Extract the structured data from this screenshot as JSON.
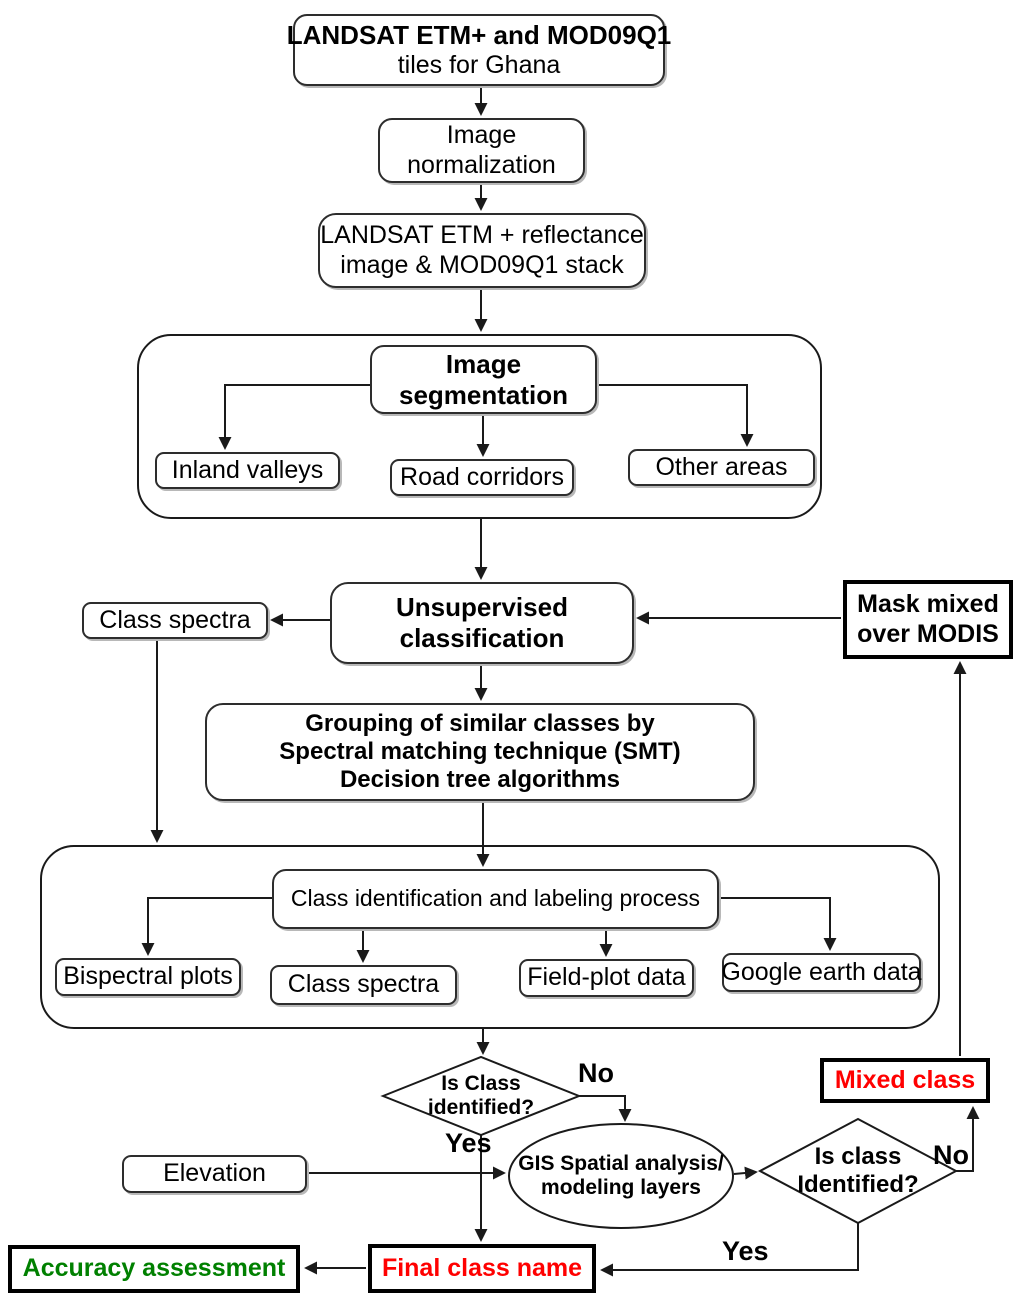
{
  "colors": {
    "line": "#1a1a1a",
    "emphasis_red": "#ff0000",
    "emphasis_green": "#008000",
    "box_fill": "#ffffff"
  },
  "nodes": {
    "source": {
      "line1": "LANDSAT ETM+ and MOD09Q1",
      "line2": "tiles for Ghana"
    },
    "normalization": {
      "line1": "Image",
      "line2": "normalization"
    },
    "stack": {
      "line1": "LANDSAT ETM + reflectance",
      "line2": "image & MOD09Q1 stack"
    },
    "segmentation": {
      "line1": "Image",
      "line2": "segmentation"
    },
    "inland_valleys": {
      "label": "Inland valleys"
    },
    "road_corridors": {
      "label": "Road corridors"
    },
    "other_areas": {
      "label": "Other areas"
    },
    "class_spectra_left": {
      "label": "Class spectra"
    },
    "unsupervised": {
      "line1": "Unsupervised",
      "line2": "classification"
    },
    "mask_mixed": {
      "line1": "Mask mixed",
      "line2": "over MODIS"
    },
    "grouping": {
      "line1": "Grouping of similar classes by",
      "line2": "Spectral matching technique (SMT)",
      "line3": "Decision tree algorithms"
    },
    "class_identification": {
      "label": "Class identification and labeling process"
    },
    "bispectral_plots": {
      "label": "Bispectral plots"
    },
    "class_spectra_bottom": {
      "label": "Class spectra"
    },
    "field_plot_data": {
      "label": "Field-plot data"
    },
    "google_earth_data": {
      "label": "Google earth data"
    },
    "decision_1": {
      "line1": "Is Class",
      "line2": "identified?"
    },
    "gis_spatial": {
      "line1": "GIS Spatial analysis/",
      "line2": "modeling layers"
    },
    "decision_2": {
      "line1": "Is class",
      "line2": "Identified?"
    },
    "mixed_class": {
      "label": "Mixed class"
    },
    "elevation": {
      "label": "Elevation"
    },
    "final_class_name": {
      "label": "Final class name"
    },
    "accuracy_assessment": {
      "label": "Accuracy assessment"
    }
  },
  "edge_labels": {
    "no_1": "No",
    "yes_1": "Yes",
    "no_2": "No",
    "yes_2": "Yes"
  }
}
